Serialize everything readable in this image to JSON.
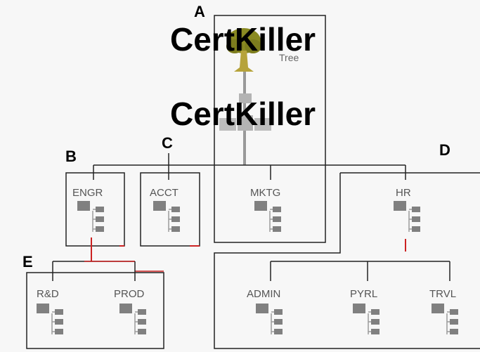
{
  "tree": {
    "label": "Tree"
  },
  "watermark": {
    "text": "CertKiller"
  },
  "regions": {
    "a": "A",
    "b": "B",
    "c": "C",
    "d": "D",
    "e": "E"
  },
  "units": {
    "engr": "ENGR",
    "acct": "ACCT",
    "mktg": "MKTG",
    "hr": "HR",
    "rnd": "R&D",
    "prod": "PROD",
    "admin": "ADMIN",
    "pyrl": "PYRL",
    "trvl": "TRVL"
  },
  "colors": {
    "line": "#222222",
    "accent": "#cc2222",
    "icon": "#808080",
    "tree_foliage": "#8a8a22",
    "tree_trunk": "#b6a33a"
  }
}
